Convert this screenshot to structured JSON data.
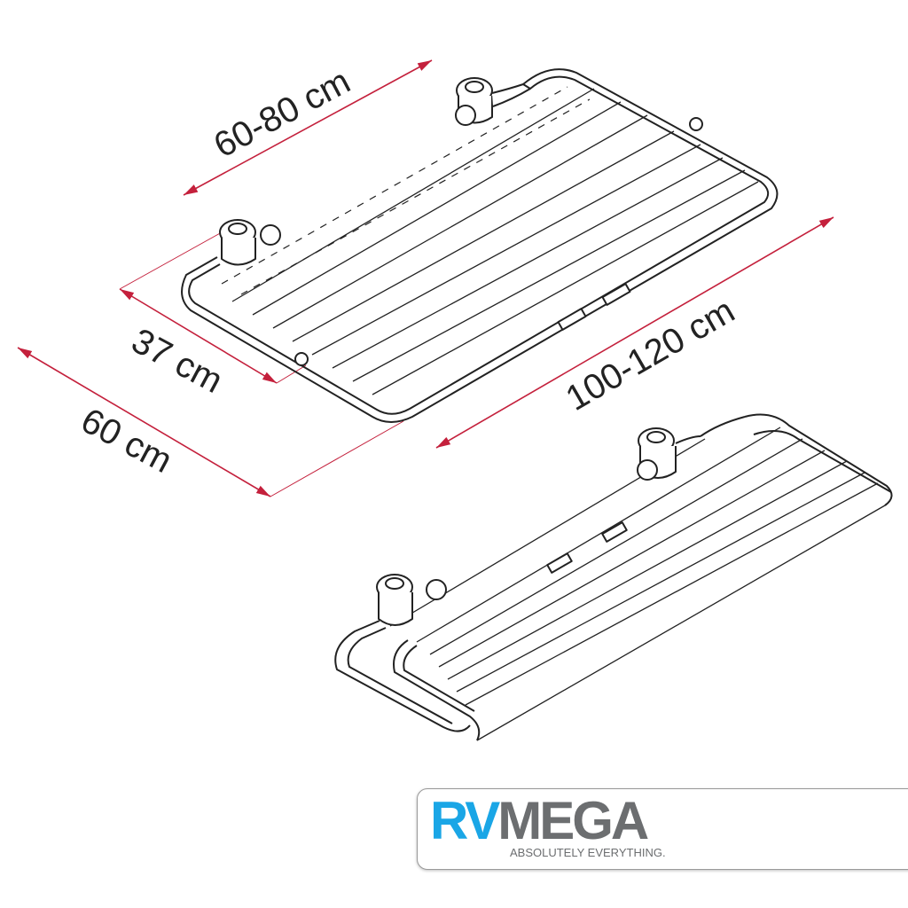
{
  "dimensions": {
    "depth_adjustable": "60-80 cm",
    "length_adjustable": "100-120 cm",
    "bracket_depth": "37 cm",
    "total_depth": "60 cm"
  },
  "logo": {
    "brand_part1": "RV",
    "brand_part2": "MEGA",
    "tagline": "ABSOLUTELY EVERYTHING."
  },
  "colors": {
    "dimension_line": "#c4203c",
    "brand_blue": "#1aa6e6",
    "brand_gray": "#6c6e70"
  }
}
